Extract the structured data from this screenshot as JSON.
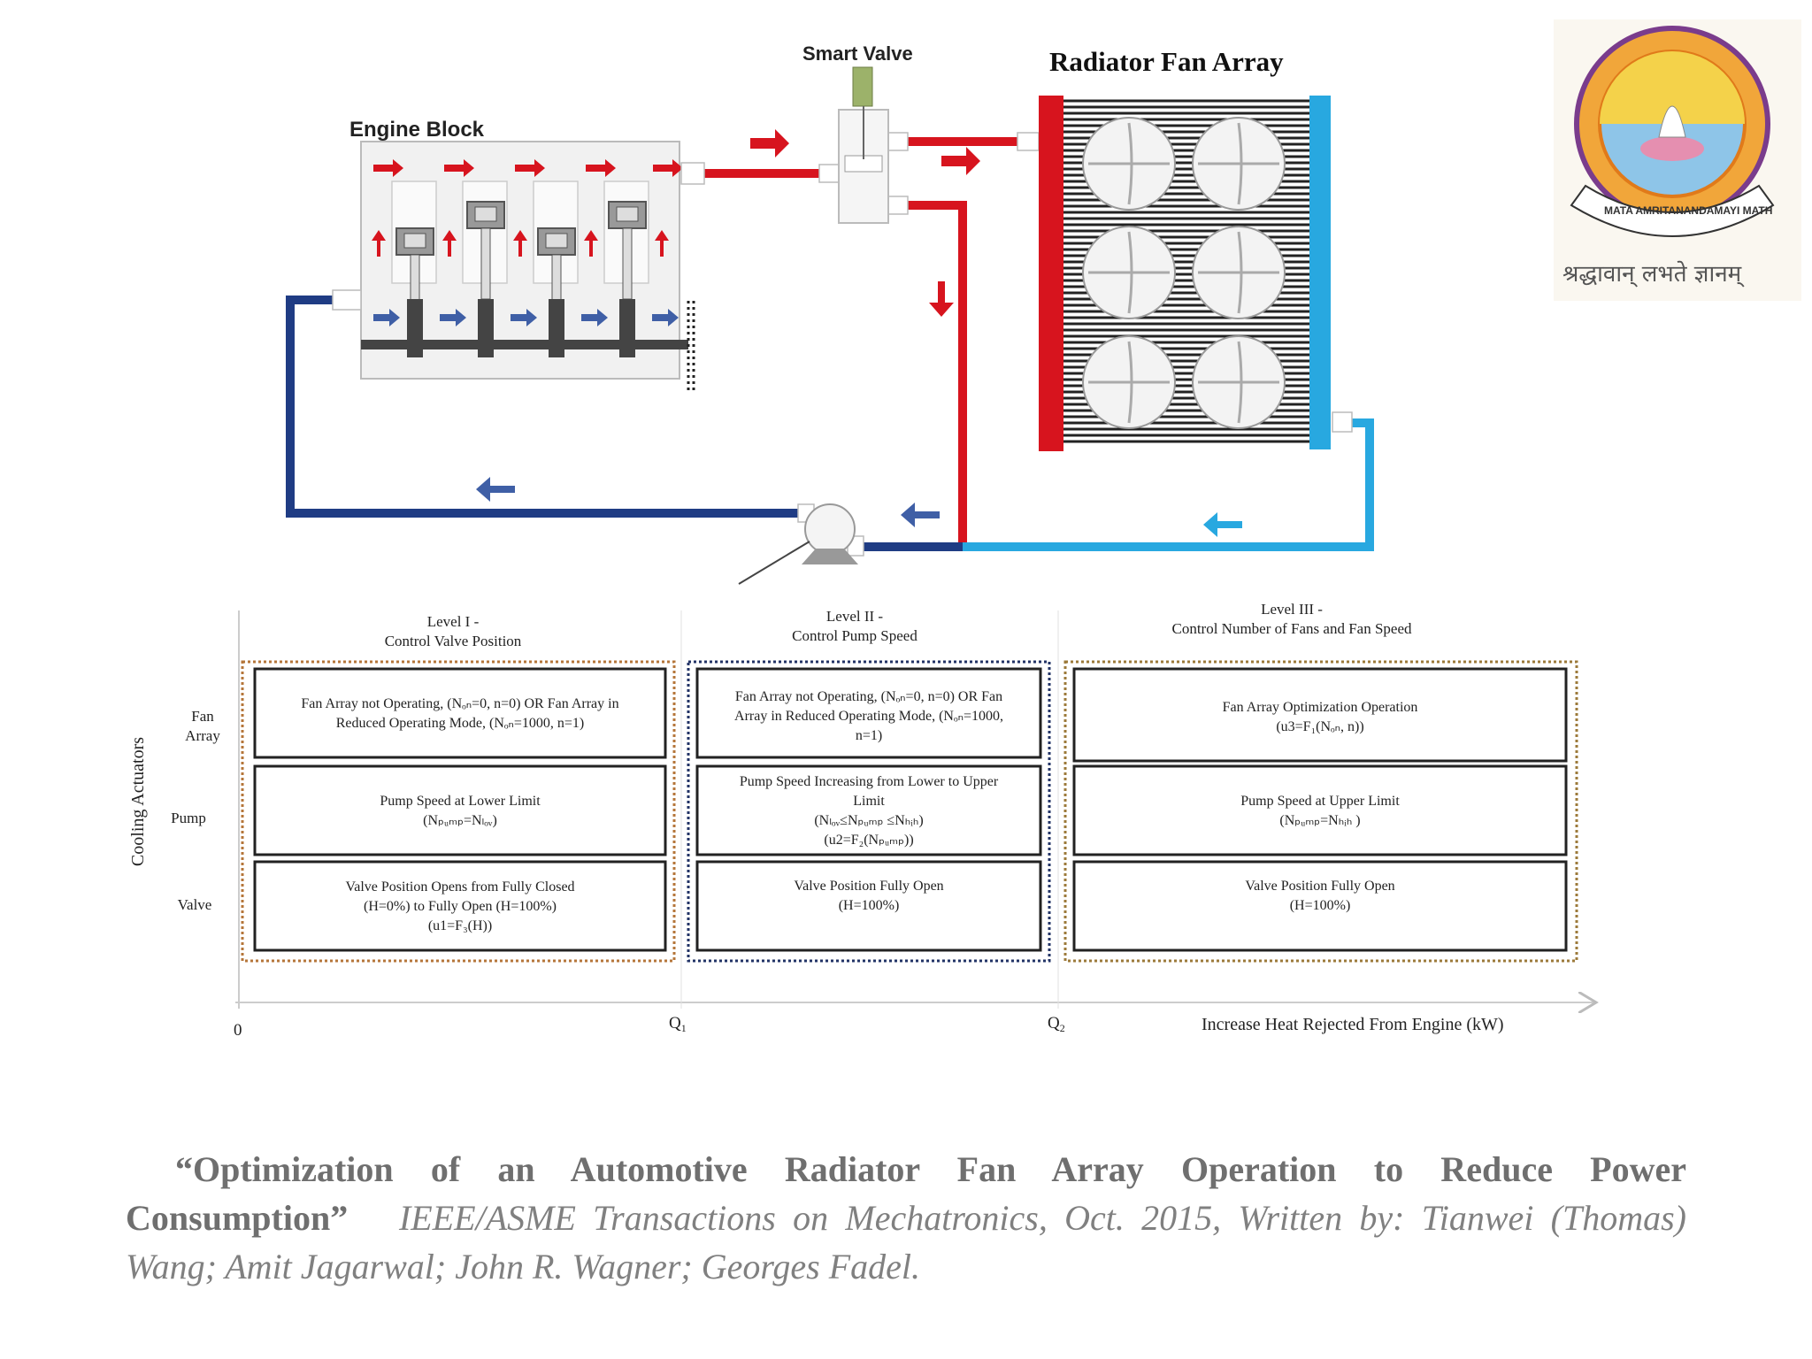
{
  "diagram": {
    "labels": {
      "engine_block": "Engine Block",
      "smart_valve": "Smart Valve",
      "radiator_fan_array": "Radiator Fan Array"
    },
    "logo": {
      "ribbon_text": "MATA AMRITANANDAMAYI MATH",
      "motto": "श्रद्धावान् लभते ज्ञानम्"
    },
    "colors": {
      "hot": "#d7141e",
      "cold_dark": "#1f3c84",
      "cold_light": "#28a8e0",
      "arrow_blue": "#3f5fa6"
    }
  },
  "control_chart": {
    "levels": [
      {
        "line1": "Level I -",
        "line2": "Control Valve Position"
      },
      {
        "line1": "Level II -",
        "line2": "Control Pump Speed"
      },
      {
        "line1": "Level III -",
        "line2": "Control Number of Fans and Fan Speed"
      }
    ],
    "y_axis_title": "Cooling Actuators",
    "rows": [
      {
        "line1": "Fan",
        "line2": "Array"
      },
      {
        "line1": "Pump",
        "line2": ""
      },
      {
        "line1": "Valve",
        "line2": ""
      }
    ],
    "x_axis": {
      "zero": "0",
      "q1": "Q",
      "q1_sub": "1",
      "q2": "Q",
      "q2_sub": "2",
      "label": "Increase Heat Rejected From Engine (kW)"
    },
    "cells": {
      "l1_fan": [
        "Fan Array not Operating, (Nₒₙ=0, n=0) OR Fan Array in",
        "Reduced Operating Mode, (Nₒₙ=1000, n=1)"
      ],
      "l1_pump": [
        "Pump Speed at Lower Limit",
        "(Nₚᵤₘₚ=Nₗₒᵥ)"
      ],
      "l1_valve": [
        "Valve Position Opens from Fully Closed",
        "(H=0%) to Fully Open (H=100%)",
        "(u1=F₃(H))"
      ],
      "l2_fan": [
        "Fan Array not Operating, (Nₒₙ=0, n=0) OR Fan",
        "Array in Reduced Operating Mode, (Nₒₙ=1000,",
        "n=1)"
      ],
      "l2_pump": [
        "Pump Speed Increasing from Lower to Upper",
        "Limit",
        "(Nₗₒᵥ≤Nₚᵤₘₚ ≤Nₕᵢₕ)",
        "(u2=F₂(Nₚᵤₘₚ))"
      ],
      "l2_valve": [
        "Valve Position Fully Open",
        "(H=100%)"
      ],
      "l3_fan": [
        "Fan Array Optimization Operation",
        "(u3=F₁(Nₒₙ, n))"
      ],
      "l3_pump": [
        "Pump Speed at Upper Limit",
        "(Nₚᵤₘₚ=Nₕᵢₕ )"
      ],
      "l3_valve": [
        "Valve Position Fully Open",
        "(H=100%)"
      ]
    }
  },
  "caption": {
    "title": "“Optimization of an Automotive Radiator Fan Array Operation to Reduce Power Consumption”",
    "citation": "IEEE/ASME Transactions on Mechatronics,  Oct. 2015, Written by: Tianwei (Thomas) Wang; Amit Jagarwal; John R. Wagner; Georges Fadel."
  }
}
